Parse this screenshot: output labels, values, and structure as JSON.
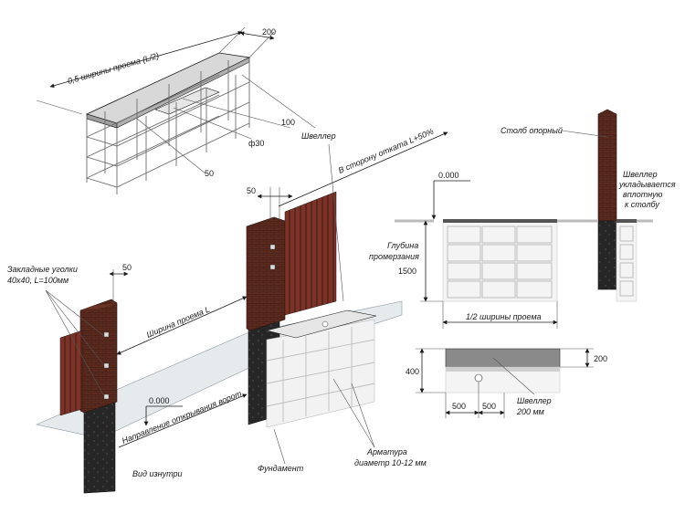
{
  "labels": {
    "half_width": "0,5 ширины проема (L/2)",
    "dim_200_top": "200",
    "dim_100": "100",
    "dim_phi30": "ф30",
    "dim_50_top": "50",
    "channel": "Швеллер",
    "rollback": "В сторону отката L+50%",
    "dim_50_mid": "50",
    "embed_1": "Закладные уголки",
    "embed_2": "40x40, L=100мм",
    "dim_50_left": "50",
    "opening_width": "Ширина проема L",
    "zero_left": "0.000",
    "open_direction": "Направление открывания ворот",
    "view_inside": "Вид изнутри",
    "foundation": "Фундамент",
    "rebar_1": "Арматура",
    "rebar_2": "диаметр 10-12 мм",
    "zero_right": "0.000",
    "frost_1": "Глубина",
    "frost_2": "промерзания",
    "dim_1500": "1500",
    "half_opening": "1/2 ширины проема",
    "support_post": "Столб опорный",
    "channel_note_1": "Швеллер",
    "channel_note_2": "укладывается",
    "channel_note_3": "вплотную",
    "channel_note_4": "к столбу",
    "dim_400": "400",
    "dim_200_right": "200",
    "dim_500_a": "500",
    "dim_500_b": "500",
    "channel_size_1": "Швеллер",
    "channel_size_2": "200 мм"
  },
  "colors": {
    "brick": "#5a2a1f",
    "brick_dark": "#3d1c14",
    "stone": "#262626",
    "sheet": "#7b3328",
    "glass": "#cfd8dc",
    "concrete": "#f2f2f2"
  }
}
